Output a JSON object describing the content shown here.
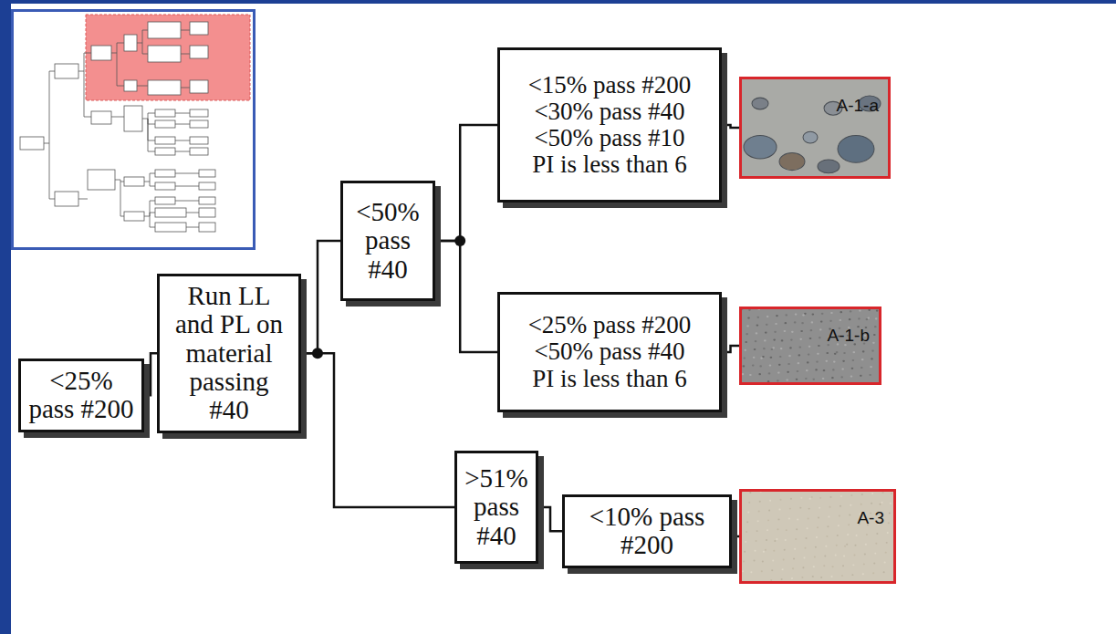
{
  "diagram": {
    "nodes": [
      {
        "text": [
          "<25% pass #200"
        ]
      },
      {
        "text": [
          "Run LL and PL on material passing #40"
        ]
      },
      {
        "text": [
          "<50% pass #40"
        ]
      },
      {
        "text": [
          "<15% pass #200",
          "<30% pass #40",
          "<50% pass #10",
          "PI is less than 6"
        ]
      },
      {
        "text": [
          "A-1-a"
        ]
      },
      {
        "text": [
          "<25% pass #200",
          "<50% pass #40",
          "PI is less than 6"
        ]
      },
      {
        "text": [
          "A-1-b"
        ]
      },
      {
        "text": [
          ">51% pass #40"
        ]
      },
      {
        "text": [
          "<10% pass #200"
        ]
      },
      {
        "text": [
          "A-3"
        ]
      }
    ],
    "edges": [
      {
        "from": 0,
        "to": 1,
        "arrow": "none"
      },
      {
        "from": 1,
        "to": 2,
        "arrow": "none"
      },
      {
        "from": 1,
        "to": 7,
        "arrow": "none"
      },
      {
        "from": 2,
        "to": 3,
        "arrow": "none"
      },
      {
        "from": 2,
        "to": 5,
        "arrow": "none"
      },
      {
        "from": 3,
        "to": 4,
        "arrow": "none"
      },
      {
        "from": 5,
        "to": 6,
        "arrow": "none"
      },
      {
        "from": 7,
        "to": 8,
        "arrow": "none"
      },
      {
        "from": 8,
        "to": 9,
        "arrow": "none"
      }
    ]
  }
}
